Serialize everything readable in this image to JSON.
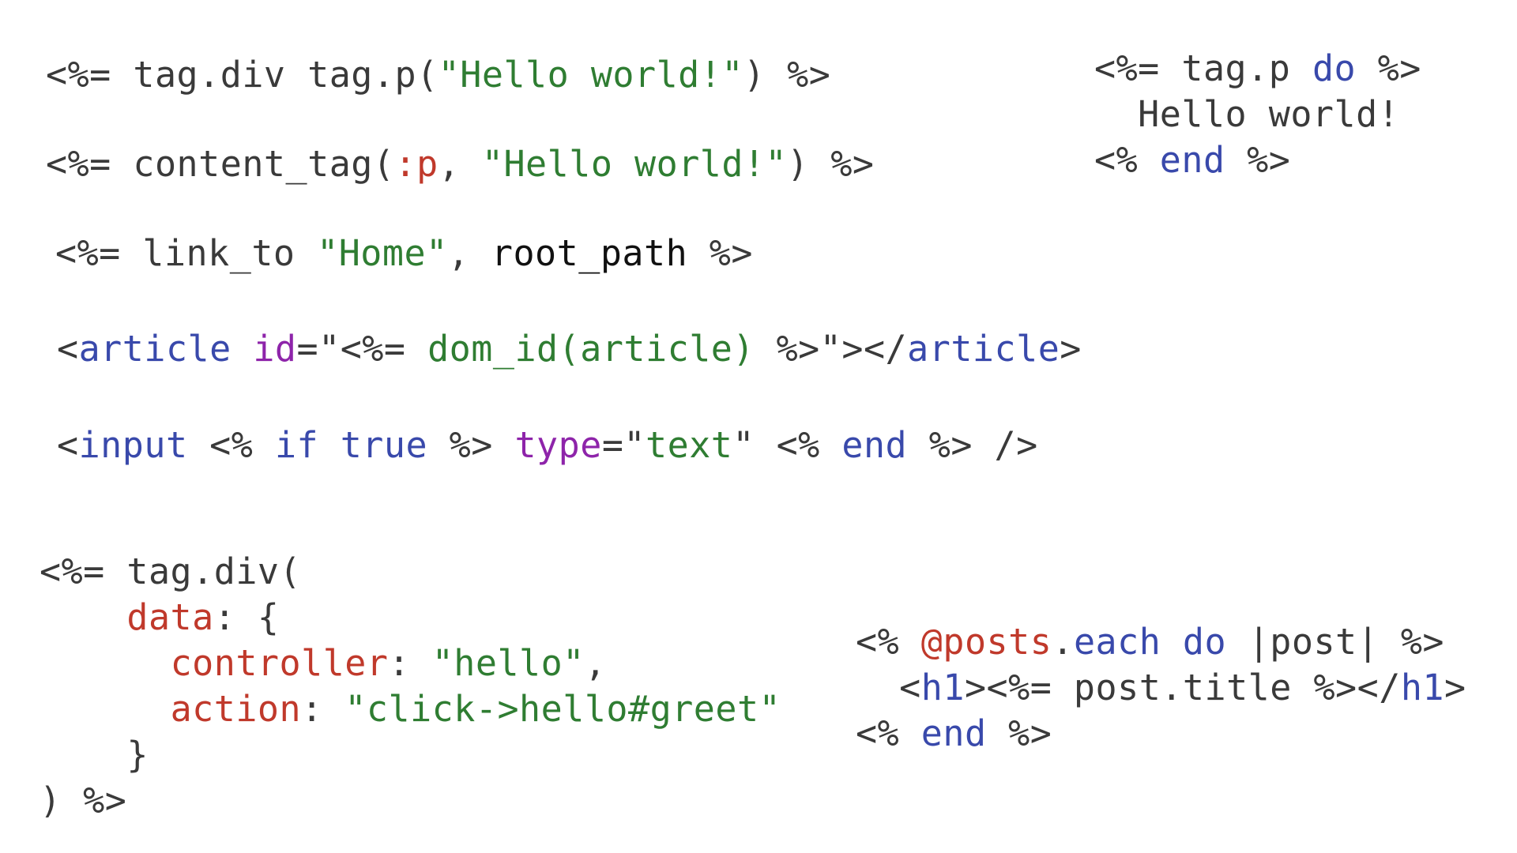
{
  "colors": {
    "plain": "#3a3a3a",
    "dark": "#111111",
    "string": "#2f7d32",
    "symbol": "#c0392b",
    "keyword": "#3949ab",
    "tag": "#3949ab",
    "attr": "#8e24aa",
    "background": "#ffffff"
  },
  "snippets": [
    {
      "id": "snippet-tag-div",
      "name": "code-snippet-tag-div",
      "lines": [
        [
          [
            "plain",
            "<%= tag.div tag.p("
          ],
          [
            "string",
            "\"Hello world!\""
          ],
          [
            "plain",
            ") %>"
          ]
        ]
      ]
    },
    {
      "id": "snippet-content-tag",
      "name": "code-snippet-content-tag",
      "lines": [
        [
          [
            "plain",
            "<%= content_tag("
          ],
          [
            "symbol",
            ":p"
          ],
          [
            "plain",
            ", "
          ],
          [
            "string",
            "\"Hello world!\""
          ],
          [
            "plain",
            ") %>"
          ]
        ]
      ]
    },
    {
      "id": "snippet-link-to",
      "name": "code-snippet-link-to",
      "lines": [
        [
          [
            "plain",
            "<%= link_to "
          ],
          [
            "string",
            "\"Home\""
          ],
          [
            "plain",
            ", "
          ],
          [
            "dark",
            "root_path"
          ],
          [
            "plain",
            " %>"
          ]
        ]
      ]
    },
    {
      "id": "snippet-article",
      "name": "code-snippet-article",
      "lines": [
        [
          [
            "plain",
            "<"
          ],
          [
            "tag",
            "article"
          ],
          [
            "plain",
            " "
          ],
          [
            "attr",
            "id"
          ],
          [
            "plain",
            "=\"<%= "
          ],
          [
            "string",
            "dom_id(article)"
          ],
          [
            "plain",
            " %>\"></"
          ],
          [
            "tag",
            "article"
          ],
          [
            "plain",
            ">"
          ]
        ]
      ]
    },
    {
      "id": "snippet-input",
      "name": "code-snippet-input",
      "lines": [
        [
          [
            "plain",
            "<"
          ],
          [
            "tag",
            "input"
          ],
          [
            "plain",
            " <% "
          ],
          [
            "keyword",
            "if true"
          ],
          [
            "plain",
            " %> "
          ],
          [
            "attr",
            "type"
          ],
          [
            "plain",
            "=\""
          ],
          [
            "string",
            "text"
          ],
          [
            "plain",
            "\" <% "
          ],
          [
            "keyword",
            "end"
          ],
          [
            "plain",
            " %> />"
          ]
        ]
      ]
    },
    {
      "id": "snippet-tag-p-block",
      "name": "code-snippet-tag-p-block",
      "lines": [
        [
          [
            "plain",
            "<%= tag.p "
          ],
          [
            "keyword",
            "do"
          ],
          [
            "plain",
            " %>"
          ]
        ],
        [
          [
            "plain",
            "  Hello world!"
          ]
        ],
        [
          [
            "plain",
            "<% "
          ],
          [
            "keyword",
            "end"
          ],
          [
            "plain",
            " %>"
          ]
        ]
      ]
    },
    {
      "id": "snippet-tag-div-multi",
      "name": "code-snippet-tag-div-data",
      "lines": [
        [
          [
            "plain",
            "<%= tag.div("
          ]
        ],
        [
          [
            "plain",
            "    "
          ],
          [
            "symbol",
            "data"
          ],
          [
            "plain",
            ": {"
          ]
        ],
        [
          [
            "plain",
            "      "
          ],
          [
            "symbol",
            "controller"
          ],
          [
            "plain",
            ": "
          ],
          [
            "string",
            "\"hello\""
          ],
          [
            "plain",
            ","
          ]
        ],
        [
          [
            "plain",
            "      "
          ],
          [
            "symbol",
            "action"
          ],
          [
            "plain",
            ": "
          ],
          [
            "string",
            "\"click->hello#greet\""
          ]
        ],
        [
          [
            "plain",
            "    }"
          ]
        ],
        [
          [
            "plain",
            ") %>"
          ]
        ]
      ]
    },
    {
      "id": "snippet-posts-each",
      "name": "code-snippet-posts-each",
      "lines": [
        [
          [
            "plain",
            "<% "
          ],
          [
            "symbol",
            "@posts"
          ],
          [
            "plain",
            "."
          ],
          [
            "keyword",
            "each"
          ],
          [
            "plain",
            " "
          ],
          [
            "keyword",
            "do"
          ],
          [
            "plain",
            " |post| %>"
          ]
        ],
        [
          [
            "plain",
            "  <"
          ],
          [
            "tag",
            "h1"
          ],
          [
            "plain",
            "><%= post.title %></"
          ],
          [
            "tag",
            "h1"
          ],
          [
            "plain",
            ">"
          ]
        ],
        [
          [
            "plain",
            "<% "
          ],
          [
            "keyword",
            "end"
          ],
          [
            "plain",
            " %>"
          ]
        ]
      ]
    }
  ]
}
